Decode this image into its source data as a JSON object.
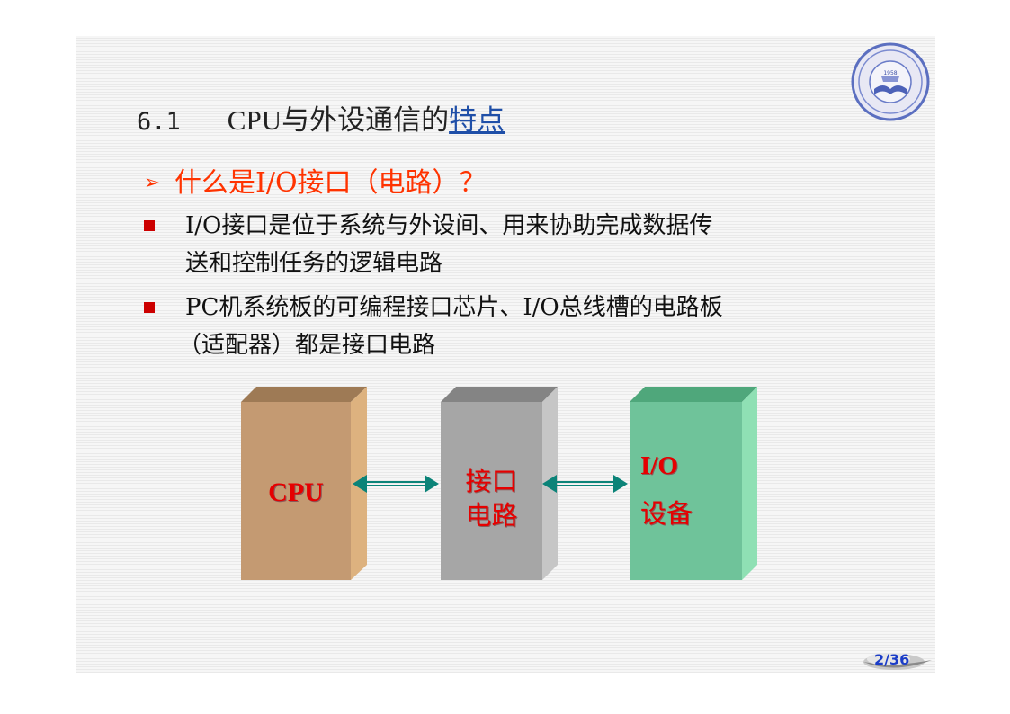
{
  "slide": {
    "title_number": "6.1",
    "title_prefix": "CPU与外设通信的",
    "title_link": "特点",
    "question": "什么是I/O接口（电路）？",
    "bullets": [
      {
        "text": "I/O接口是位于系统与外设间、用来协助完成数据传送和控制任务的逻辑电路",
        "line1": "I/O接口是位于系统与外设间、用来协助完成数据传",
        "line2": "送和控制任务的逻辑电路"
      },
      {
        "text": "PC机系统板的可编程接口芯片、I/O总线槽的电路板（适配器）都是接口电路",
        "line1": "PC机系统板的可编程接口芯片、I/O总线槽的电路板",
        "line2": "（适配器）都是接口电路"
      }
    ],
    "page_indicator": "2/36"
  },
  "diagram": {
    "boxes": [
      {
        "id": "cpu",
        "label": "CPU",
        "color": "#c49a72"
      },
      {
        "id": "interface",
        "label_line1": "接口",
        "label_line2": "电路",
        "color": "#a6a6a6"
      },
      {
        "id": "io_device",
        "label_line1": "I/O",
        "label_line2": "设备",
        "color": "#6fc39a"
      }
    ],
    "connectors": [
      "bidirectional",
      "bidirectional"
    ],
    "label_color": "#e60000",
    "arrow_color": "#0b8378"
  },
  "logo": {
    "icon": "university-seal-icon",
    "year_text": "1958"
  }
}
